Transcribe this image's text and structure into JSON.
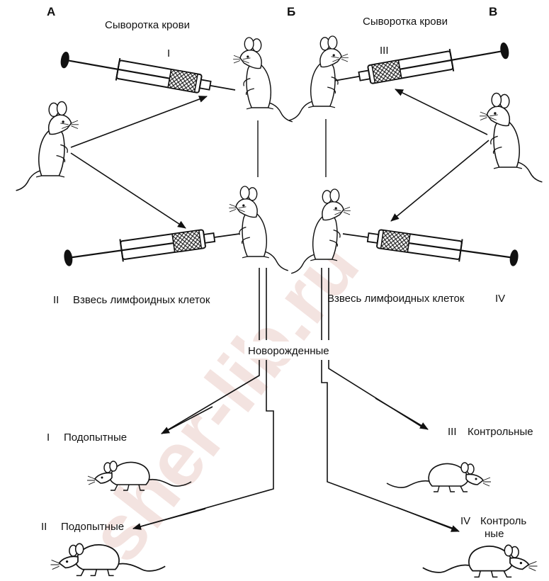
{
  "corner_labels": {
    "a": "А",
    "b": "Б",
    "v": "В"
  },
  "titles": {
    "serum_left": "Сыворотка крови",
    "serum_right": "Сыворотка крови",
    "suspension_left": "Взвесь лимфоидных клеток",
    "suspension_right": "Взвесь лимфоидных клеток",
    "newborn": "Новорожденные"
  },
  "roman": {
    "i": "I",
    "ii": "II",
    "iii": "III",
    "iv": "IV"
  },
  "groups": {
    "experimental_1": {
      "numeral": "I",
      "label": "Подопытные"
    },
    "experimental_2": {
      "numeral": "II",
      "label": "Подопытные"
    },
    "control_3": {
      "numeral": "III",
      "label": "Контрольные"
    },
    "control_4": {
      "numeral": "IV",
      "label_line1": "Контроль",
      "label_line2": "ные"
    }
  },
  "watermark": {
    "text": "sher-lib.ru",
    "color": "#f3e3e0"
  },
  "colors": {
    "ink": "#111111",
    "paper": "#ffffff"
  }
}
